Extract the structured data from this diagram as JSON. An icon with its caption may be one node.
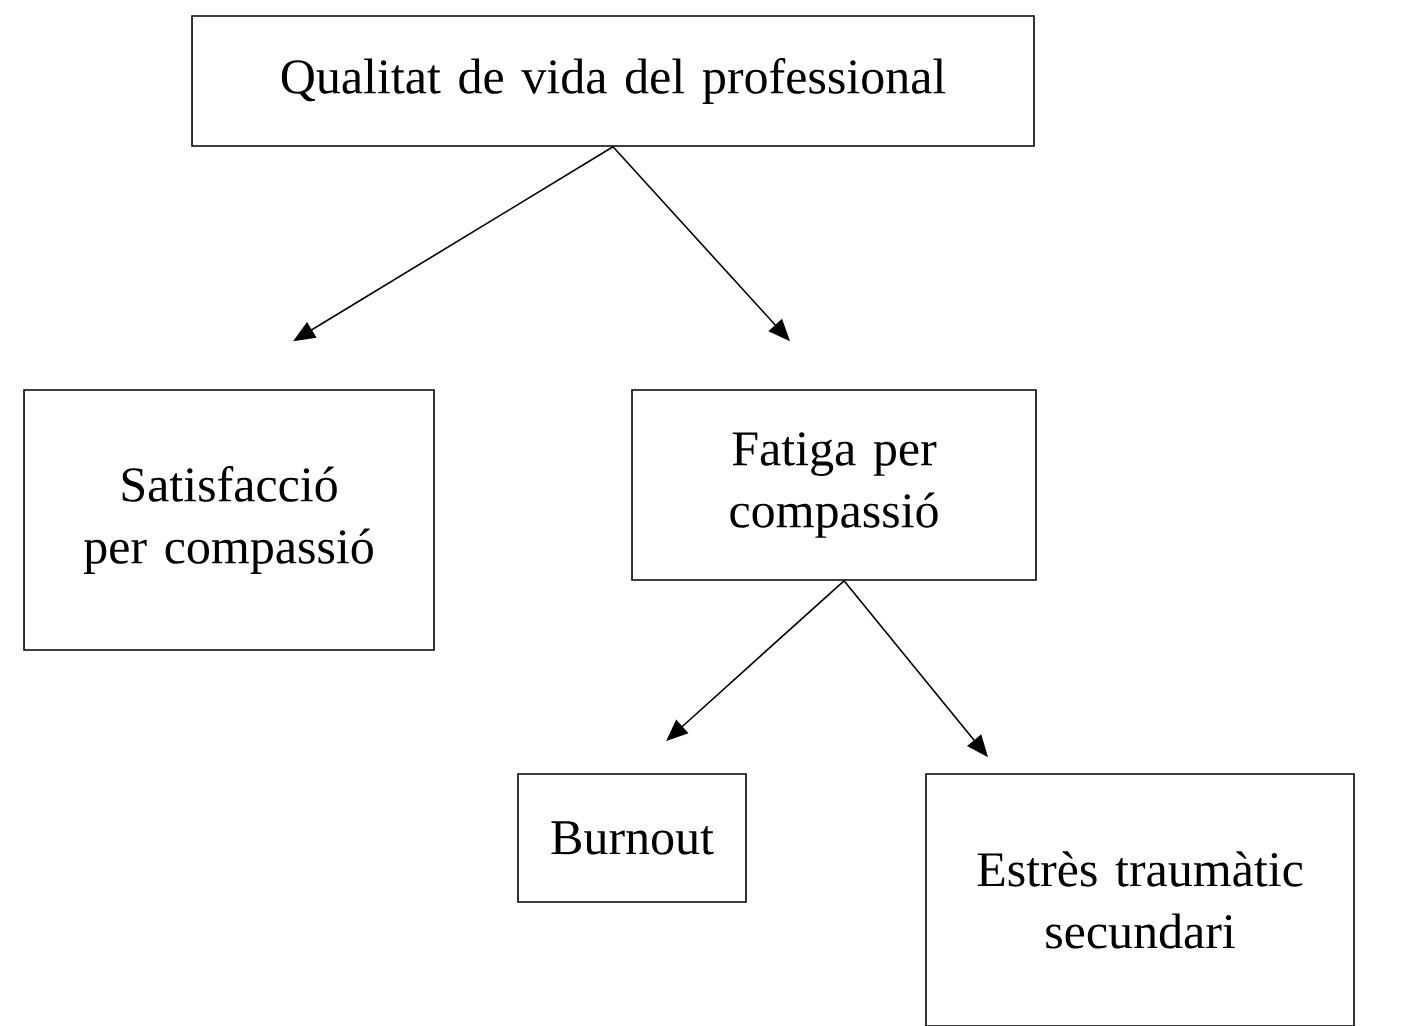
{
  "diagram": {
    "nodes": [
      {
        "text": [
          "Qualitat de vida del professional"
        ]
      },
      {
        "text": [
          "Satisfacció per compassió"
        ]
      },
      {
        "text": [
          "Fatiga per compassió"
        ]
      },
      {
        "text": [
          "Burnout"
        ]
      },
      {
        "text": [
          "Estrès traumàtic secundari"
        ]
      }
    ],
    "edges": [
      {
        "from": 0,
        "to": 1,
        "arrow": "to"
      },
      {
        "from": 0,
        "to": 2,
        "arrow": "to"
      },
      {
        "from": 2,
        "to": 3,
        "arrow": "to"
      },
      {
        "from": 2,
        "to": 4,
        "arrow": "to"
      }
    ]
  }
}
